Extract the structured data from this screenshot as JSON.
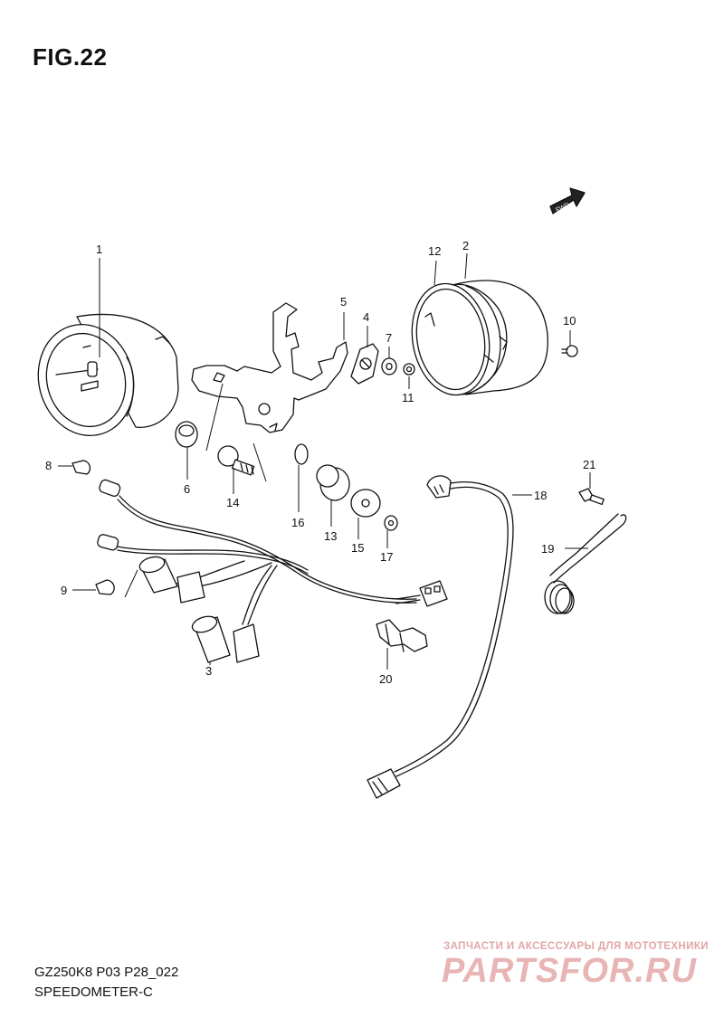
{
  "figure": {
    "title": "FIG.22"
  },
  "footer": {
    "model_code": "GZ250K8 P03 P28_022",
    "section_name": "SPEEDOMETER-C"
  },
  "direction_marker": {
    "label": "FWD"
  },
  "callouts": [
    "1",
    "2",
    "3",
    "4",
    "5",
    "6",
    "7",
    "8",
    "9",
    "10",
    "11",
    "12",
    "13",
    "14",
    "15",
    "16",
    "17",
    "18",
    "19",
    "20",
    "21"
  ],
  "watermark": {
    "tagline": "ЗАПЧАСТИ И АКСЕССУАРЫ ДЛЯ МОТОТЕХНИКИ",
    "brand": "PARTSFOR.RU"
  }
}
